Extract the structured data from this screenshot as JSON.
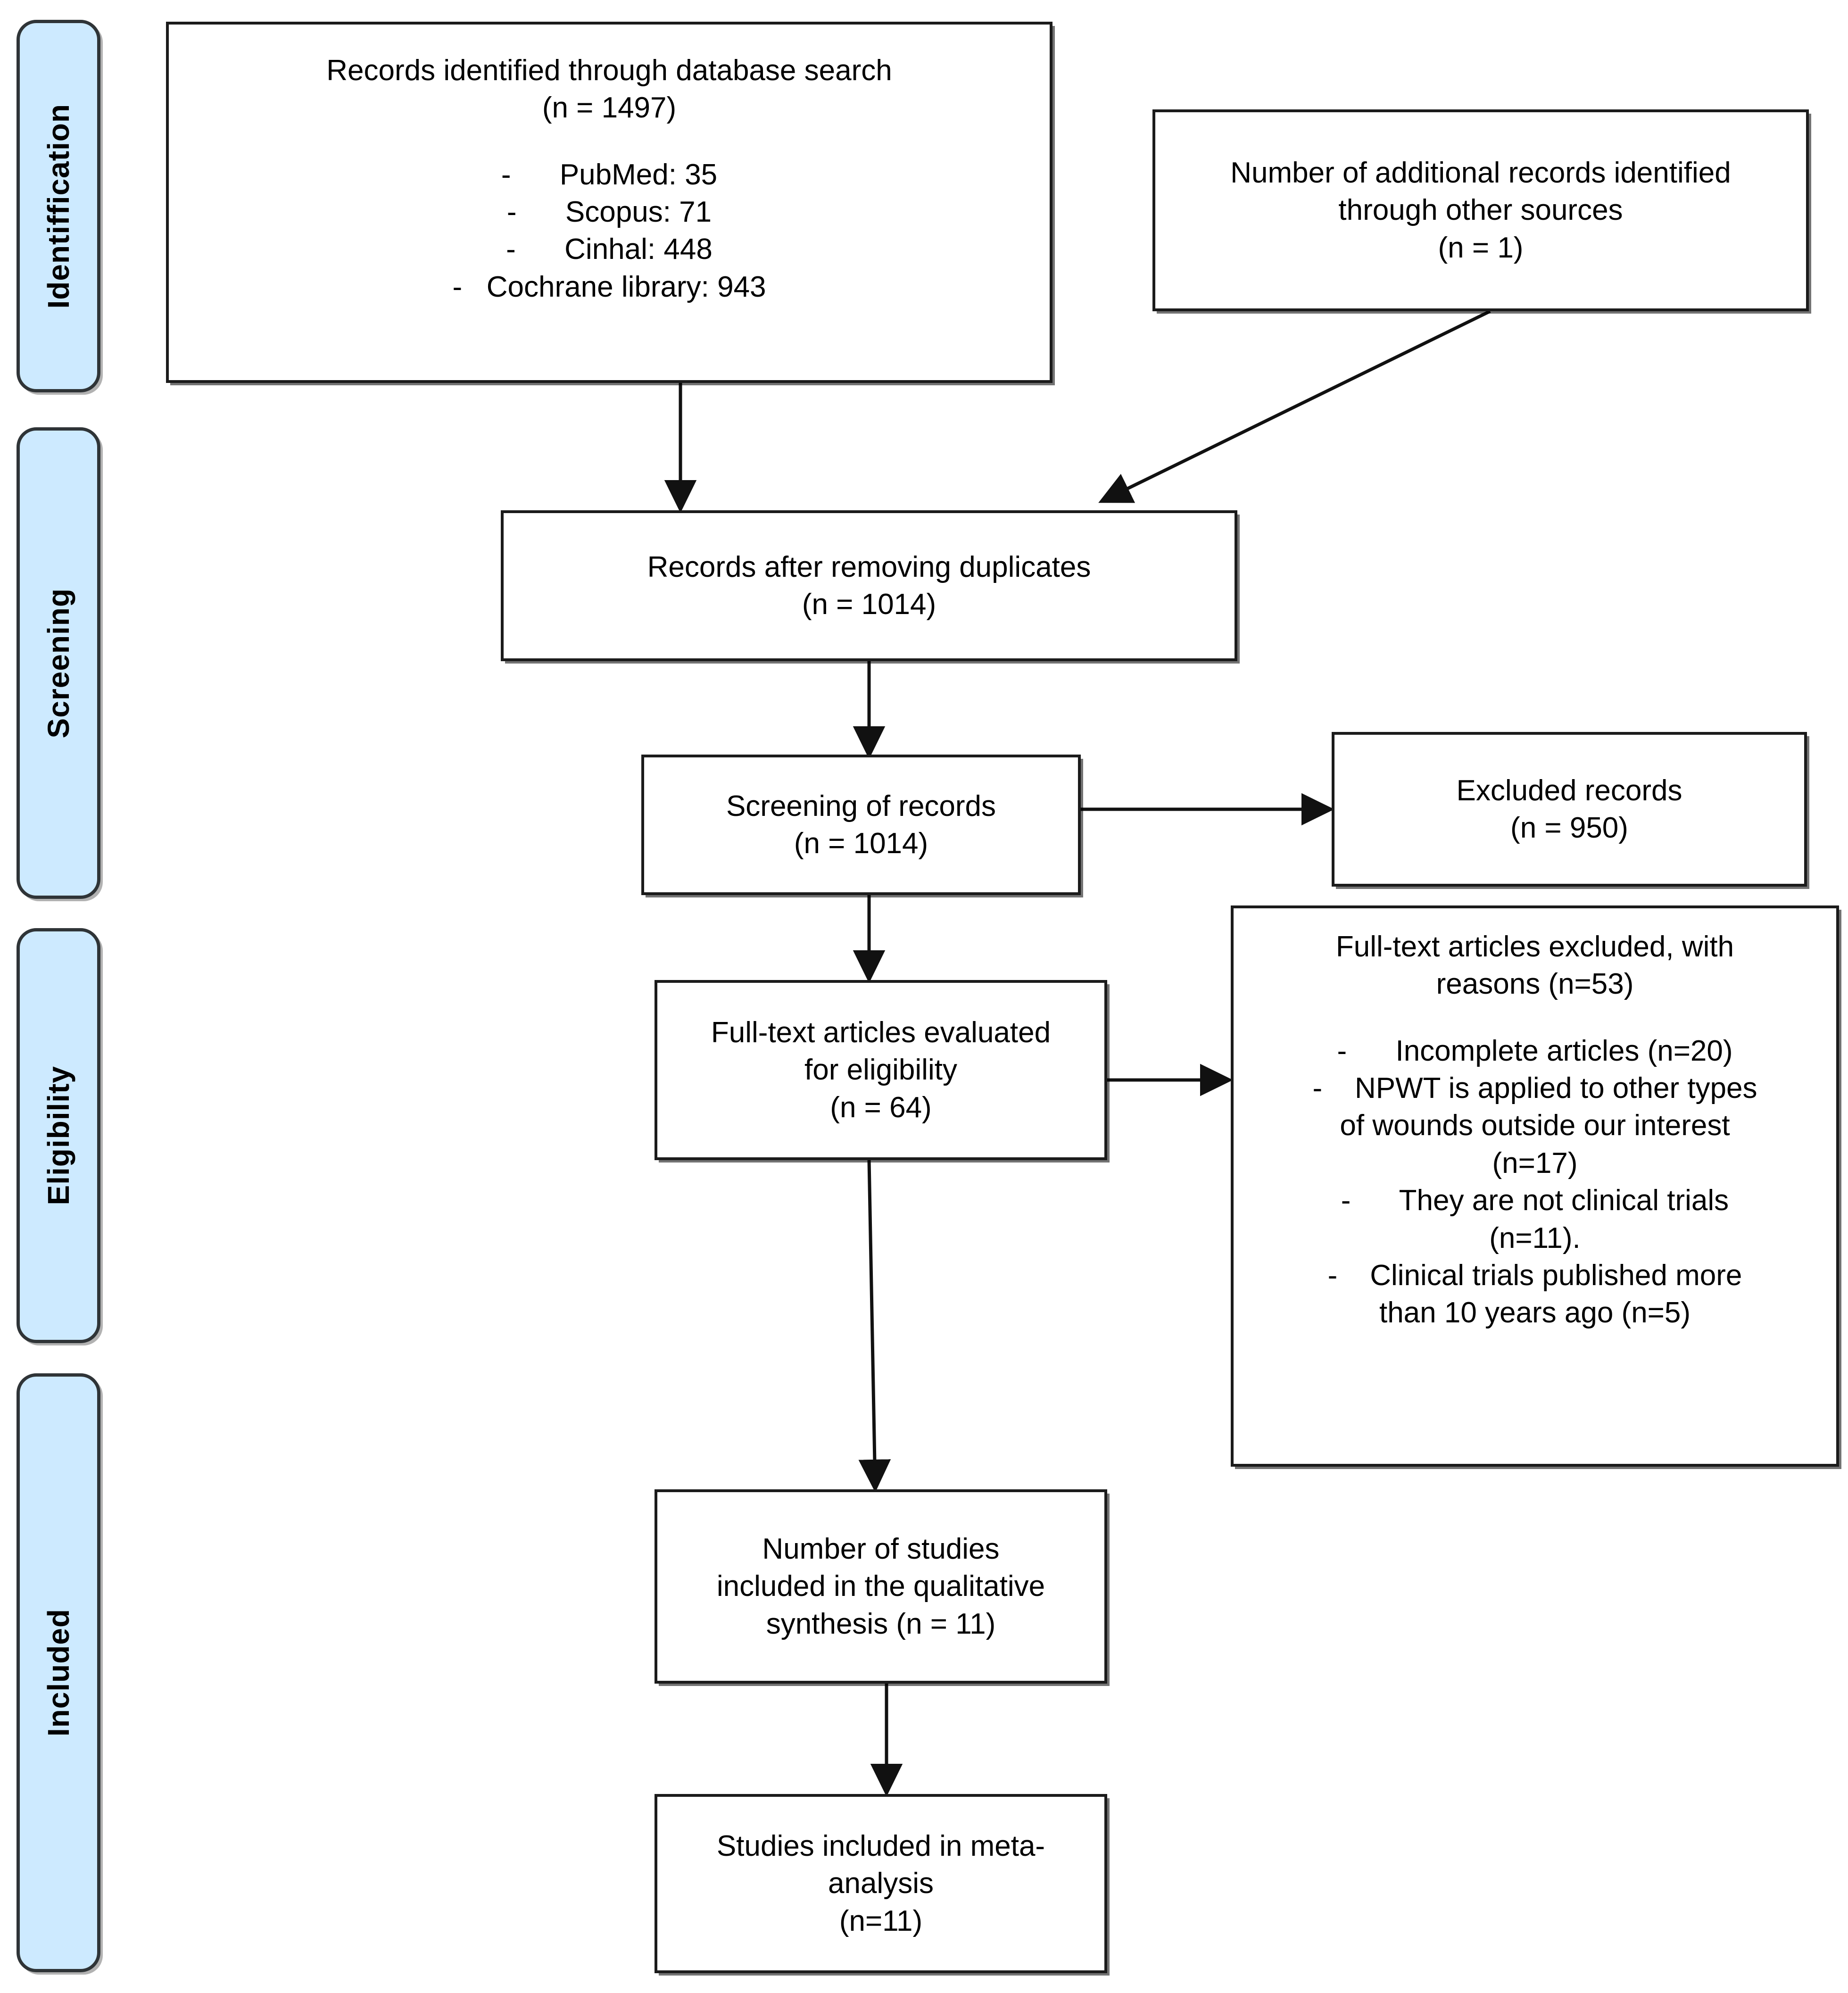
{
  "diagram": {
    "type": "prisma-flow-diagram",
    "accent_color": "#cdeaff",
    "border_color": "#1b1b1b",
    "background_color": "#ffffff"
  },
  "phases": [
    {
      "label": "Identiffication"
    },
    {
      "label": "Screening"
    },
    {
      "label": "Eligibility"
    },
    {
      "label": "Included"
    }
  ],
  "boxes": {
    "database_search": {
      "title": "Records identified through database search\n(n = 1497)",
      "sources": [
        "-      PubMed: 35",
        "-      Scopus: 71",
        "-      Cinhal: 448",
        "-   Cochrane library: 943"
      ]
    },
    "other_sources": {
      "title": "Number of additional records identified\nthrough other sources\n(n = 1)"
    },
    "after_duplicates": {
      "title": "Records after removing duplicates\n(n = 1014)"
    },
    "screening_records": {
      "title": "Screening of records\n(n = 1014)"
    },
    "excluded_records": {
      "title": "Excluded records\n(n = 950)"
    },
    "fulltext_eligibility": {
      "title": "Full-text articles evaluated\nfor eligibility\n(n = 64)"
    },
    "fulltext_excluded": {
      "title": "Full-text articles excluded, with\nreasons (n=53)",
      "reasons": [
        "-      Incomplete articles (n=20)",
        "-    NPWT is applied to other types\nof wounds outside our interest\n(n=17)",
        "-      They are not clinical trials\n(n=11).",
        "-    Clinical trials published more\nthan 10 years ago (n=5)"
      ]
    },
    "qualitative_synthesis": {
      "title": "Number of studies\nincluded in the qualitative\nsynthesis (n = 11)"
    },
    "meta_analysis": {
      "title": "Studies included in meta-\nanalysis\n(n=11)"
    }
  }
}
